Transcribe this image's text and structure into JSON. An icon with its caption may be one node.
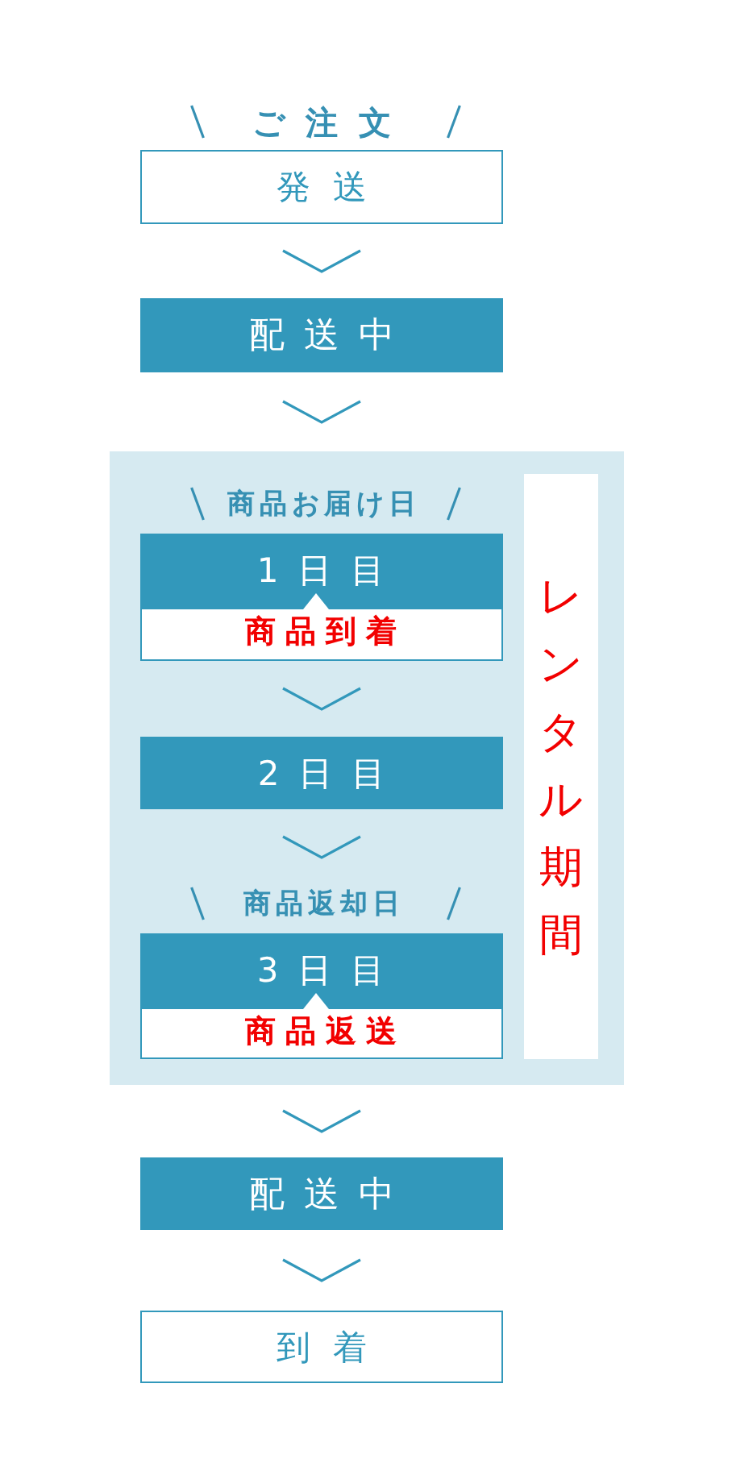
{
  "diagram": {
    "nodes": [
      {
        "text": [
          "ご注文",
          "発送"
        ]
      },
      {
        "text": [
          "配送中"
        ]
      },
      {
        "text": [],
        "shape": "box"
      },
      {
        "text": [
          "商品お届け日",
          "1日目",
          "商品到着"
        ],
        "in": 2
      },
      {
        "text": [
          "2日目"
        ],
        "in": 2
      },
      {
        "text": [
          "商品返却日",
          "3日目",
          "商品返送"
        ],
        "in": 2
      },
      {
        "text": [
          "レンタル期間"
        ],
        "in": 2
      },
      {
        "text": [
          "配送中"
        ]
      },
      {
        "text": [
          "到着"
        ]
      }
    ],
    "edges": [
      {
        "from": 0,
        "to": 1,
        "arrow": "to"
      },
      {
        "from": 1,
        "to": 2,
        "arrow": "to"
      },
      {
        "from": 3,
        "to": 4,
        "arrow": "to"
      },
      {
        "from": 4,
        "to": 5,
        "arrow": "to"
      },
      {
        "from": 2,
        "to": 7,
        "arrow": "to"
      },
      {
        "from": 7,
        "to": 8,
        "arrow": "to"
      }
    ]
  }
}
